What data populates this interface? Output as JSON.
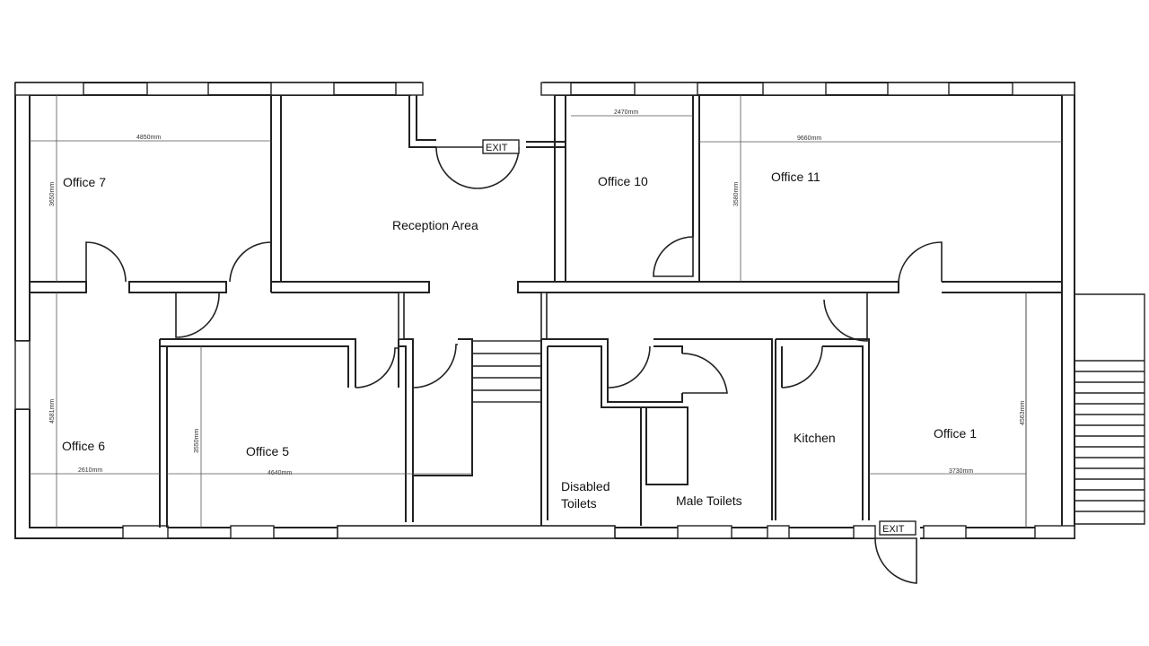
{
  "rooms": {
    "office7": "Office 7",
    "reception": "Reception Area",
    "office10": "Office 10",
    "office11": "Office 11",
    "office6": "Office 6",
    "office5": "Office 5",
    "disabled_line1": "Disabled",
    "disabled_line2": "Toilets",
    "male_toilets": "Male Toilets",
    "kitchen": "Kitchen",
    "office1": "Office 1"
  },
  "dimensions": {
    "office7_width": "4850mm",
    "office7_height": "3650mm",
    "office10_width": "2470mm",
    "office11_width": "9660mm",
    "office11_height": "3580mm",
    "office6_width": "2610mm",
    "office6_height": "4581mm",
    "office5_width": "4640mm",
    "office5_height": "3550mm",
    "office1_width": "3730mm",
    "office1_height": "4563mm"
  },
  "exits": {
    "top": "EXIT",
    "bottom": "EXIT"
  }
}
